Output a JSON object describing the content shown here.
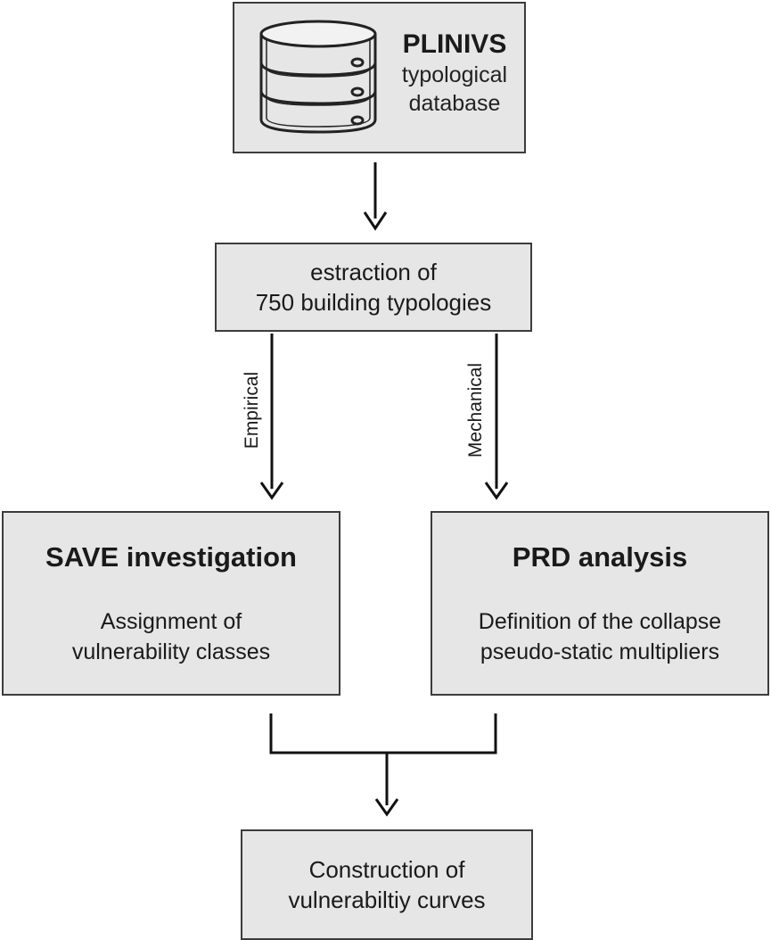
{
  "database": {
    "title": "PLINIVS",
    "subtitle_line1": "typological",
    "subtitle_line2": "database",
    "icon": "database-icon"
  },
  "extraction": {
    "line1": "estraction of",
    "line2": "750 building typologies"
  },
  "branches": {
    "left_label": "Empirical",
    "right_label": "Mechanical"
  },
  "save": {
    "title": "SAVE investigation",
    "line1": "Assignment of",
    "line2": "vulnerability classes"
  },
  "prd": {
    "title": "PRD analysis",
    "line1": "Definition of the collapse",
    "line2": "pseudo-static multipliers"
  },
  "result": {
    "line1": "Construction of",
    "line2": "vulnerabiltiy curves"
  }
}
